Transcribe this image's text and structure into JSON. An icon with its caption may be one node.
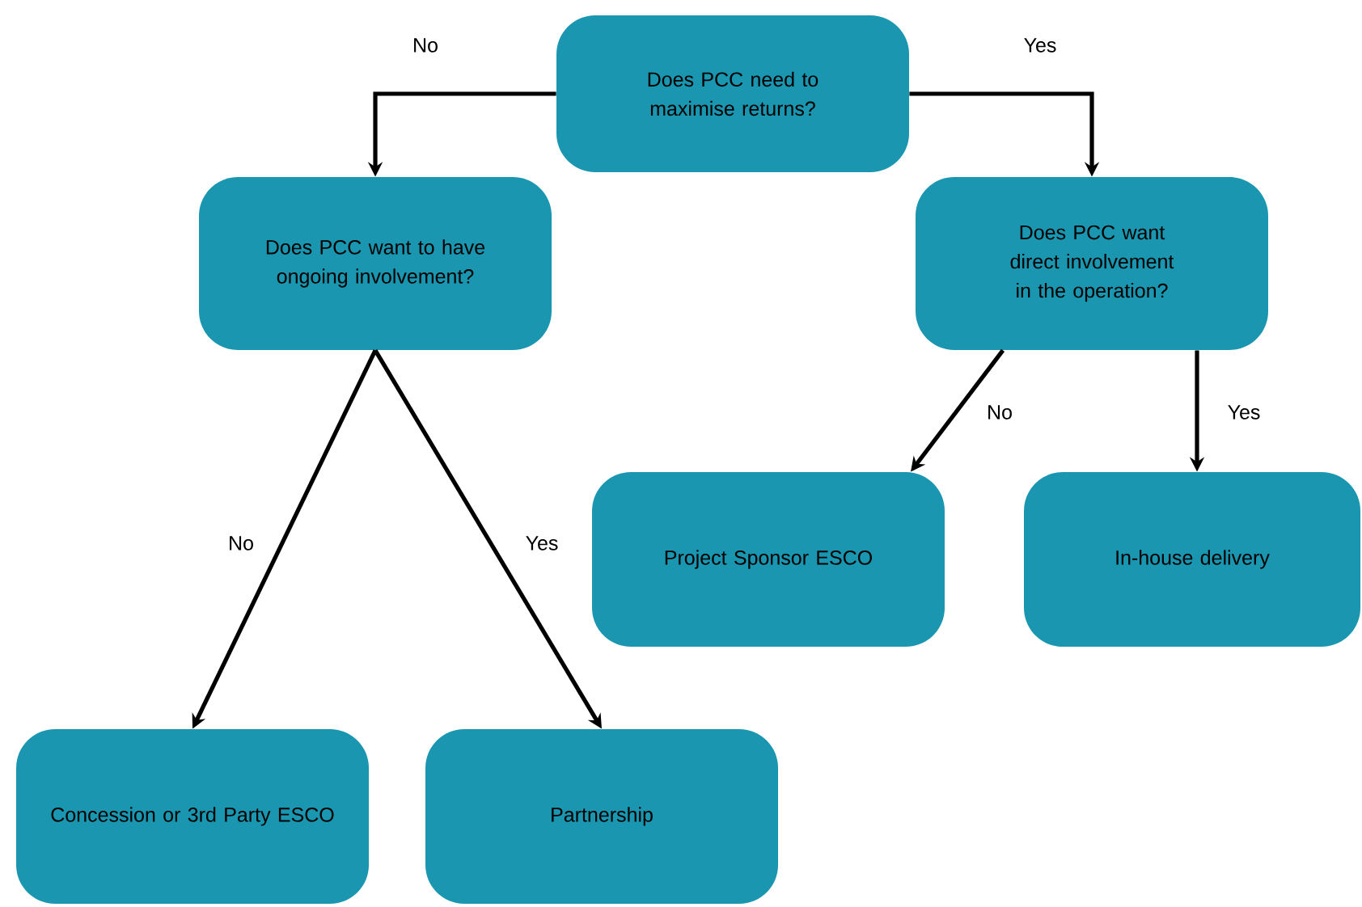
{
  "diagram": {
    "nodes": [
      {
        "text": [
          "Does PCC need to maximise returns?"
        ]
      },
      {
        "text": [
          "Does PCC want to have ongoing involvement?"
        ]
      },
      {
        "text": [
          "Does PCC want direct involvement in the operation?"
        ]
      },
      {
        "text": [
          "Project Sponsor ESCO"
        ]
      },
      {
        "text": [
          "In-house delivery"
        ]
      },
      {
        "text": [
          "Concession or 3rd Party ESCO"
        ]
      },
      {
        "text": [
          "Partnership"
        ]
      }
    ],
    "edges": [
      {
        "from": 0,
        "to": 1,
        "arrow": "to",
        "label": "No"
      },
      {
        "from": 0,
        "to": 2,
        "arrow": "to",
        "label": "Yes"
      },
      {
        "from": 1,
        "to": 5,
        "arrow": "to",
        "label": "No"
      },
      {
        "from": 1,
        "to": 6,
        "arrow": "to",
        "label": "Yes"
      },
      {
        "from": 2,
        "to": 3,
        "arrow": "to",
        "label": "No"
      },
      {
        "from": 2,
        "to": 4,
        "arrow": "to",
        "label": "Yes"
      }
    ]
  }
}
